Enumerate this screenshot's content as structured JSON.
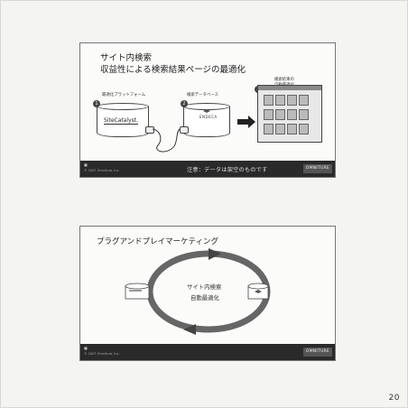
{
  "slide1": {
    "title_line1": "サイト内検索",
    "title_line2": "収益性による検索結果ページの最適化",
    "step1_label": "最適化プラットフォーム",
    "step2_label": "検索データベース",
    "step3_label_line1": "検索結果の",
    "step3_label_line2": "自動最適化",
    "badges": [
      "1",
      "2",
      "3"
    ],
    "product1_name": "SiteCatalyst.",
    "product2_name": "ENDECA",
    "footer_note": "注意：データは架空のものです",
    "footer_brand": "OMNITURE",
    "footer_logo": "■",
    "footer_copyright": "© 2007 Omniture, Inc."
  },
  "slide2": {
    "title": "プラグアンドプレイマーケティング",
    "center_line1": "サイト内検索",
    "center_line2": "自動最適化",
    "footer_brand": "OMNITURE",
    "footer_logo": "■",
    "footer_copyright": "© 2007 Omniture, Inc."
  },
  "page_number": "20"
}
